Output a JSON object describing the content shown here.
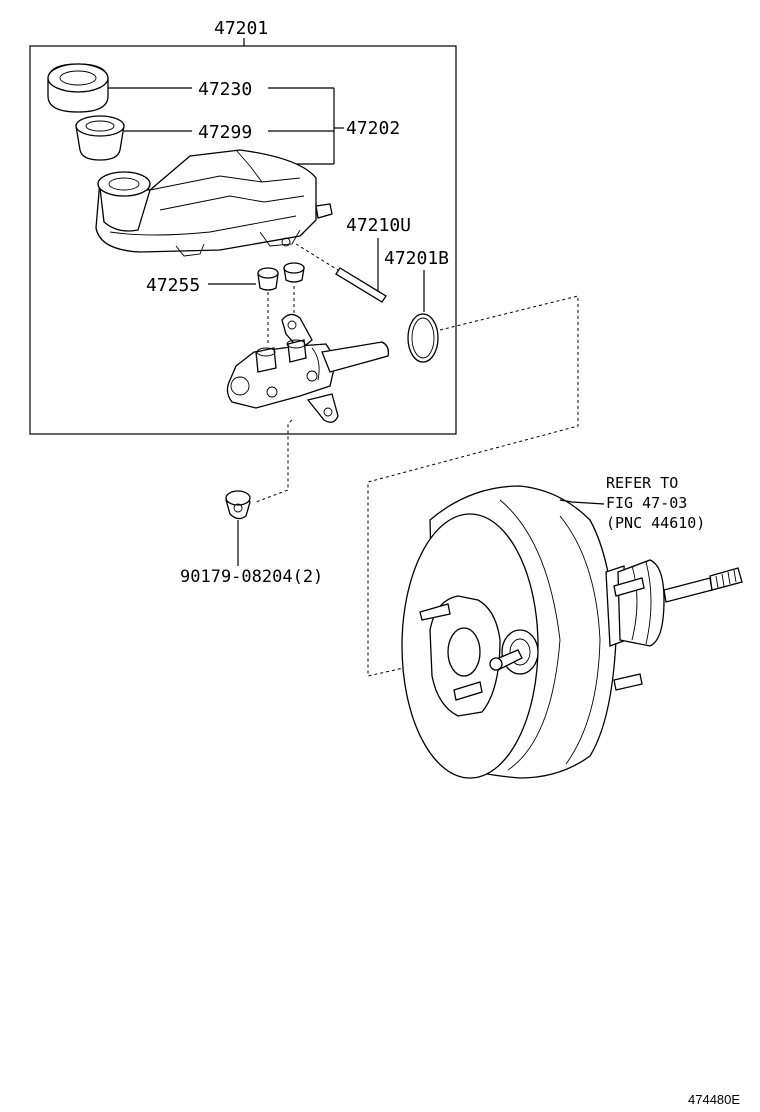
{
  "diagram": {
    "labels": {
      "assembly": "47201",
      "reservoir_cap": "47230",
      "strainer": "47299",
      "reservoir_sub": "47202",
      "grommet": "47255",
      "pin": "47210U",
      "oring": "47201B",
      "nut": "90179-08204(2)"
    },
    "refer_note": {
      "line1": "REFER TO",
      "line2": "FIG 47-03",
      "line3": "(PNC 44610)"
    },
    "illustration_id": "474480E"
  }
}
